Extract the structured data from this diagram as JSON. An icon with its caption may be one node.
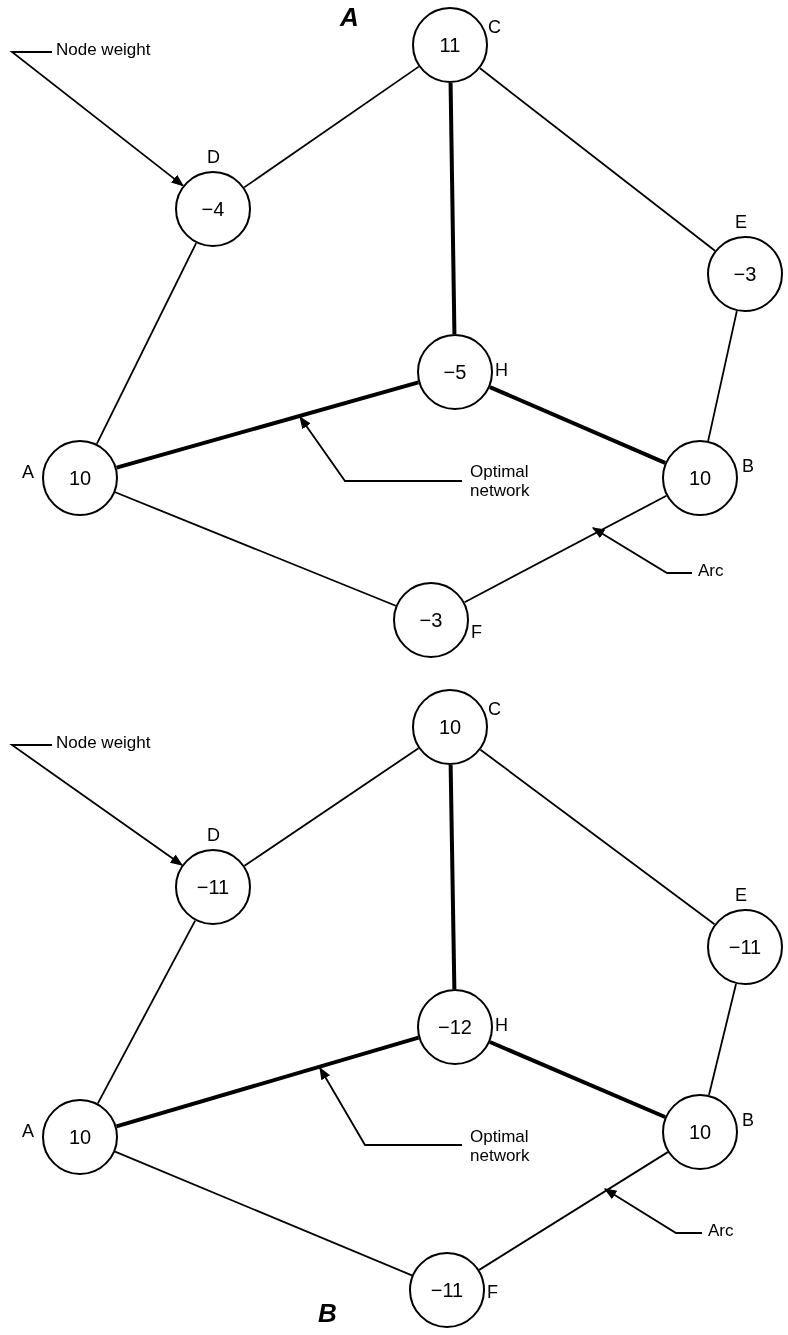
{
  "diagram": {
    "nodes": [
      {
        "text": [
          "Node weight"
        ]
      },
      {
        "text": [
          "11"
        ],
        "beside": [
          "C"
        ]
      },
      {
        "text": [
          "−4"
        ],
        "beside": [
          "D"
        ]
      },
      {
        "text": [
          "−3"
        ],
        "beside": [
          "E"
        ]
      },
      {
        "text": [
          "−5"
        ],
        "beside": [
          "H"
        ]
      },
      {
        "text": [
          "Optimal network"
        ]
      },
      {
        "text": [
          "10"
        ],
        "beside": [
          "A"
        ]
      },
      {
        "text": [
          "10"
        ],
        "beside": [
          "B"
        ]
      },
      {
        "text": [
          "Arc"
        ]
      },
      {
        "text": [
          "−3"
        ],
        "beside": [
          "F"
        ]
      },
      {
        "text": [
          "Node weight"
        ]
      },
      {
        "text": [
          "10"
        ],
        "beside": [
          "C"
        ]
      },
      {
        "text": [
          "−11"
        ],
        "beside": [
          "D"
        ]
      },
      {
        "text": [
          "−11"
        ],
        "beside": [
          "E"
        ]
      },
      {
        "text": [
          "−12"
        ],
        "beside": [
          "H"
        ]
      },
      {
        "text": [
          "Optimal network"
        ]
      },
      {
        "text": [
          "10"
        ],
        "beside": [
          "A"
        ]
      },
      {
        "text": [
          "10"
        ],
        "beside": [
          "B"
        ]
      },
      {
        "text": [
          "Arc"
        ]
      },
      {
        "text": [
          "−11"
        ],
        "beside": [
          "F"
        ]
      }
    ],
    "edges": [
      {
        "from": 1,
        "to": 2,
        "arrow": "none"
      },
      {
        "from": 1,
        "to": 4,
        "arrow": "none",
        "style": "thick"
      },
      {
        "from": 1,
        "to": 3,
        "arrow": "none"
      },
      {
        "from": 2,
        "to": 6,
        "arrow": "none"
      },
      {
        "from": 3,
        "to": 7,
        "arrow": "none"
      },
      {
        "from": 6,
        "to": 4,
        "arrow": "none",
        "style": "thick"
      },
      {
        "from": 4,
        "to": 7,
        "arrow": "none",
        "style": "thick"
      },
      {
        "from": 6,
        "to": 9,
        "arrow": "none"
      },
      {
        "from": 9,
        "to": 7,
        "arrow": "none"
      },
      {
        "from": 0,
        "to": 2,
        "arrow": "to"
      },
      {
        "from": 5,
        "to": null,
        "arrow": "to"
      },
      {
        "from": 8,
        "to": null,
        "arrow": "to"
      },
      {
        "from": 11,
        "to": 12,
        "arrow": "none"
      },
      {
        "from": 11,
        "to": 14,
        "arrow": "none",
        "style": "thick"
      },
      {
        "from": 11,
        "to": 13,
        "arrow": "none"
      },
      {
        "from": 12,
        "to": 16,
        "arrow": "none"
      },
      {
        "from": 13,
        "to": 17,
        "arrow": "none"
      },
      {
        "from": 16,
        "to": 14,
        "arrow": "none",
        "style": "thick"
      },
      {
        "from": 14,
        "to": 17,
        "arrow": "none",
        "style": "thick"
      },
      {
        "from": 16,
        "to": 19,
        "arrow": "none"
      },
      {
        "from": 19,
        "to": 17,
        "arrow": "none"
      },
      {
        "from": 10,
        "to": 12,
        "arrow": "to"
      },
      {
        "from": 15,
        "to": null,
        "arrow": "to"
      },
      {
        "from": 18,
        "to": null,
        "arrow": "to"
      }
    ],
    "labels": [
      "A",
      "B"
    ]
  }
}
